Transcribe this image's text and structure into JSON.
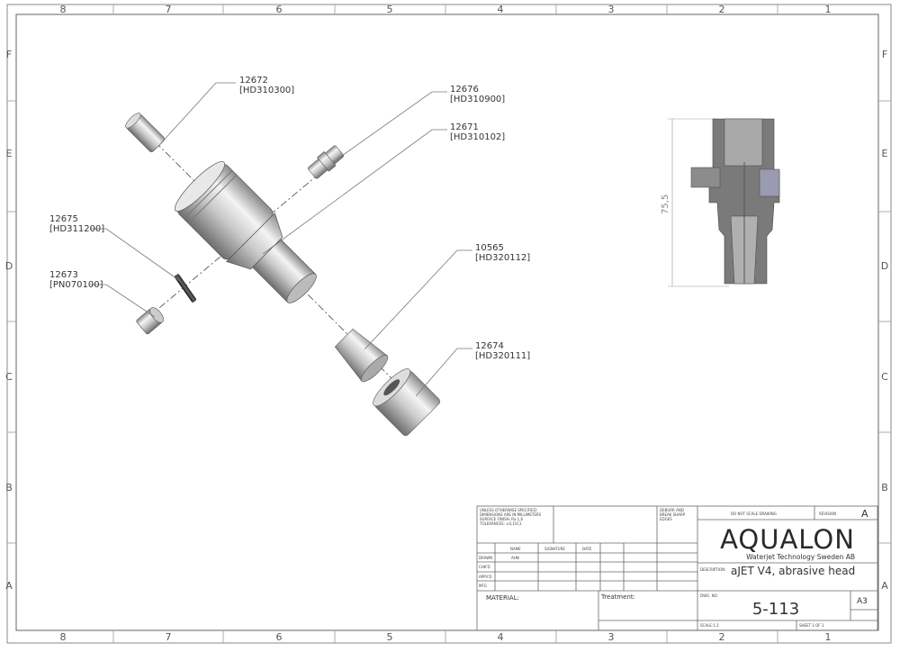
{
  "zones": {
    "columns": [
      "8",
      "7",
      "6",
      "5",
      "4",
      "3",
      "2",
      "1"
    ],
    "rows": [
      "F",
      "E",
      "D",
      "C",
      "B",
      "A"
    ]
  },
  "callouts": [
    {
      "number": "12672",
      "code": "[HD310300]"
    },
    {
      "number": "12676",
      "code": "[HD310900]"
    },
    {
      "number": "12671",
      "code": "[HD310102]"
    },
    {
      "number": "12675",
      "code": "[HD311200]"
    },
    {
      "number": "12673",
      "code": "[PN070100]"
    },
    {
      "number": "10565",
      "code": "[HD320112]"
    },
    {
      "number": "12674",
      "code": "[HD320111]"
    }
  ],
  "section_view": {
    "dimension": "75,5"
  },
  "title_block": {
    "notes": [
      "UNLESS OTHERWISE SPECIFIED:",
      "DIMENSIONS ARE IN MILLIMETERS",
      "SURFACE FINISH: Ra 1,6",
      "TOLERANCES: ±0,1/0,1"
    ],
    "deburr": [
      "DEBURR AND",
      "BREAK SHARP",
      "EDGES"
    ],
    "do_not_scale": "DO NOT SCALE DRAWING",
    "revision_label": "REVISION",
    "revision": "A",
    "col_name": "NAME",
    "col_signature": "SIGNATURE",
    "col_date": "DATE",
    "row_drawn": "DRAWN",
    "row_chkd": "CHK'D",
    "row_appvd": "APPV'D",
    "row_mfg": "MFG",
    "drawn_name": "AHN",
    "material_label": "MATERIAL:",
    "treatment_label": "Treatment:",
    "company_logo": "AQUALON",
    "company_sub": "Waterjet Technology Sweden AB",
    "description_label": "DESCRIPTION:",
    "description": "aJET V4, abrasive head",
    "dwg_no_label": "DWG. NO.",
    "dwg_no": "5-113",
    "size": "A3",
    "scale": "SCALE:1:2",
    "sheet": "SHEET 1 OF 1"
  },
  "colors": {
    "logo": "#2a2a2a",
    "logo_accent": "#3a8fd0"
  }
}
